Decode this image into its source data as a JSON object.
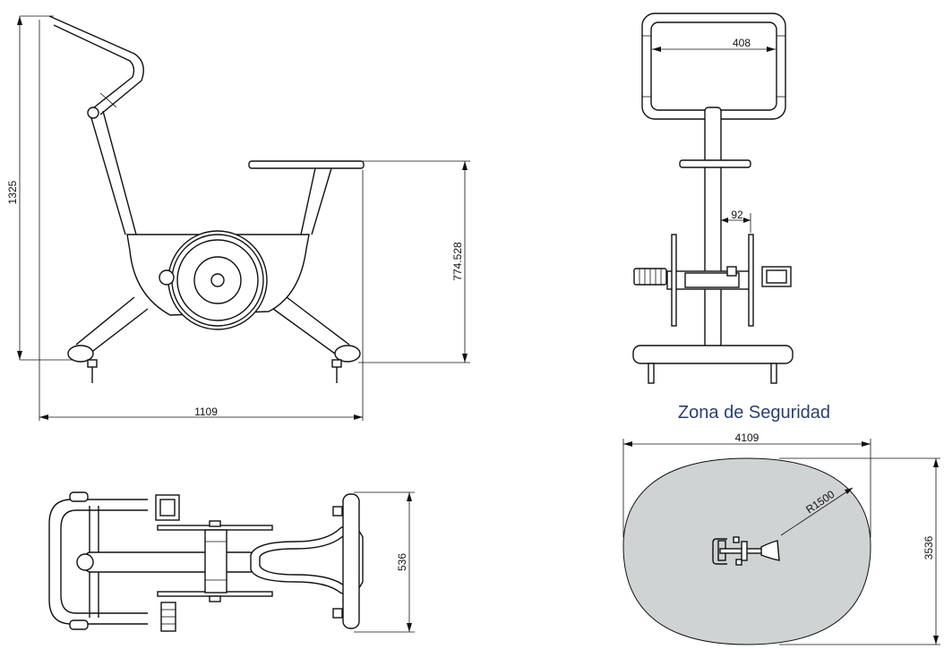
{
  "views": {
    "side": {
      "height": "1325",
      "length": "1109",
      "seat_height": "774.528"
    },
    "front": {
      "handle_width": "408",
      "offset": "92"
    },
    "top": {
      "width": "536"
    }
  },
  "safety": {
    "title": "Zona de Seguridad",
    "width": "4109",
    "depth": "3536",
    "radius": "R1500",
    "fill_color": "#d0d3d3",
    "title_color": "#2a3f70"
  }
}
